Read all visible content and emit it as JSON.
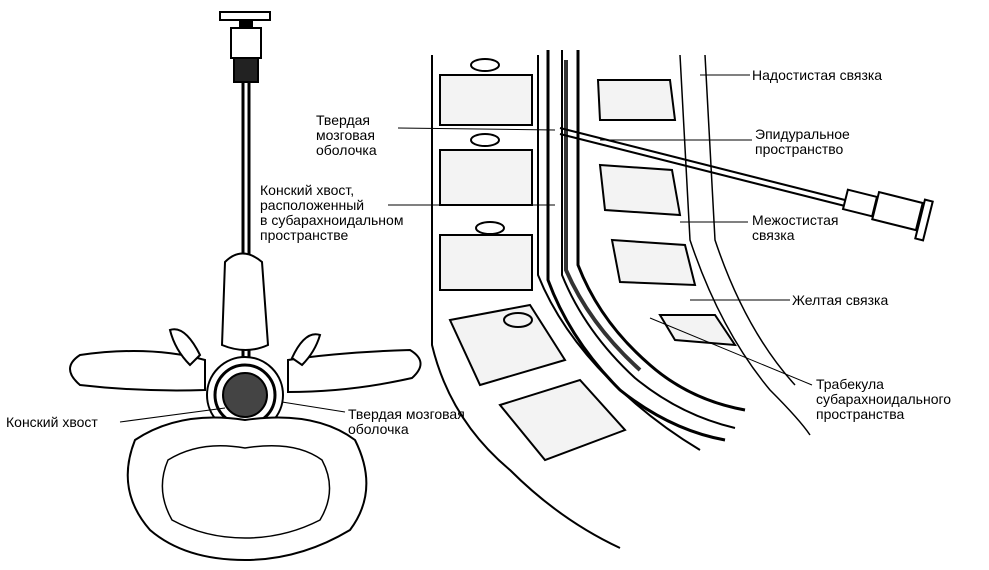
{
  "labels": {
    "nadostistaya": "Надостистая связка",
    "tverdaya_top": "Твердая\nмозговая\nоболочка",
    "epiduralnoe": "Эпидуральное\nпространство",
    "konskiy_subarach": "Конский хвост,\nрасположенный\nв субарахноидальном\nпространстве",
    "mezhostistaya": "Межостистая\nсвязка",
    "zheltaya": "Желтая связка",
    "trabekula": "Трабекула\nсубарахноидального\nпространства",
    "konskiy_left": "Конский хвост",
    "tverdaya_bottom": "Твердая мозговая\nоболочка"
  }
}
